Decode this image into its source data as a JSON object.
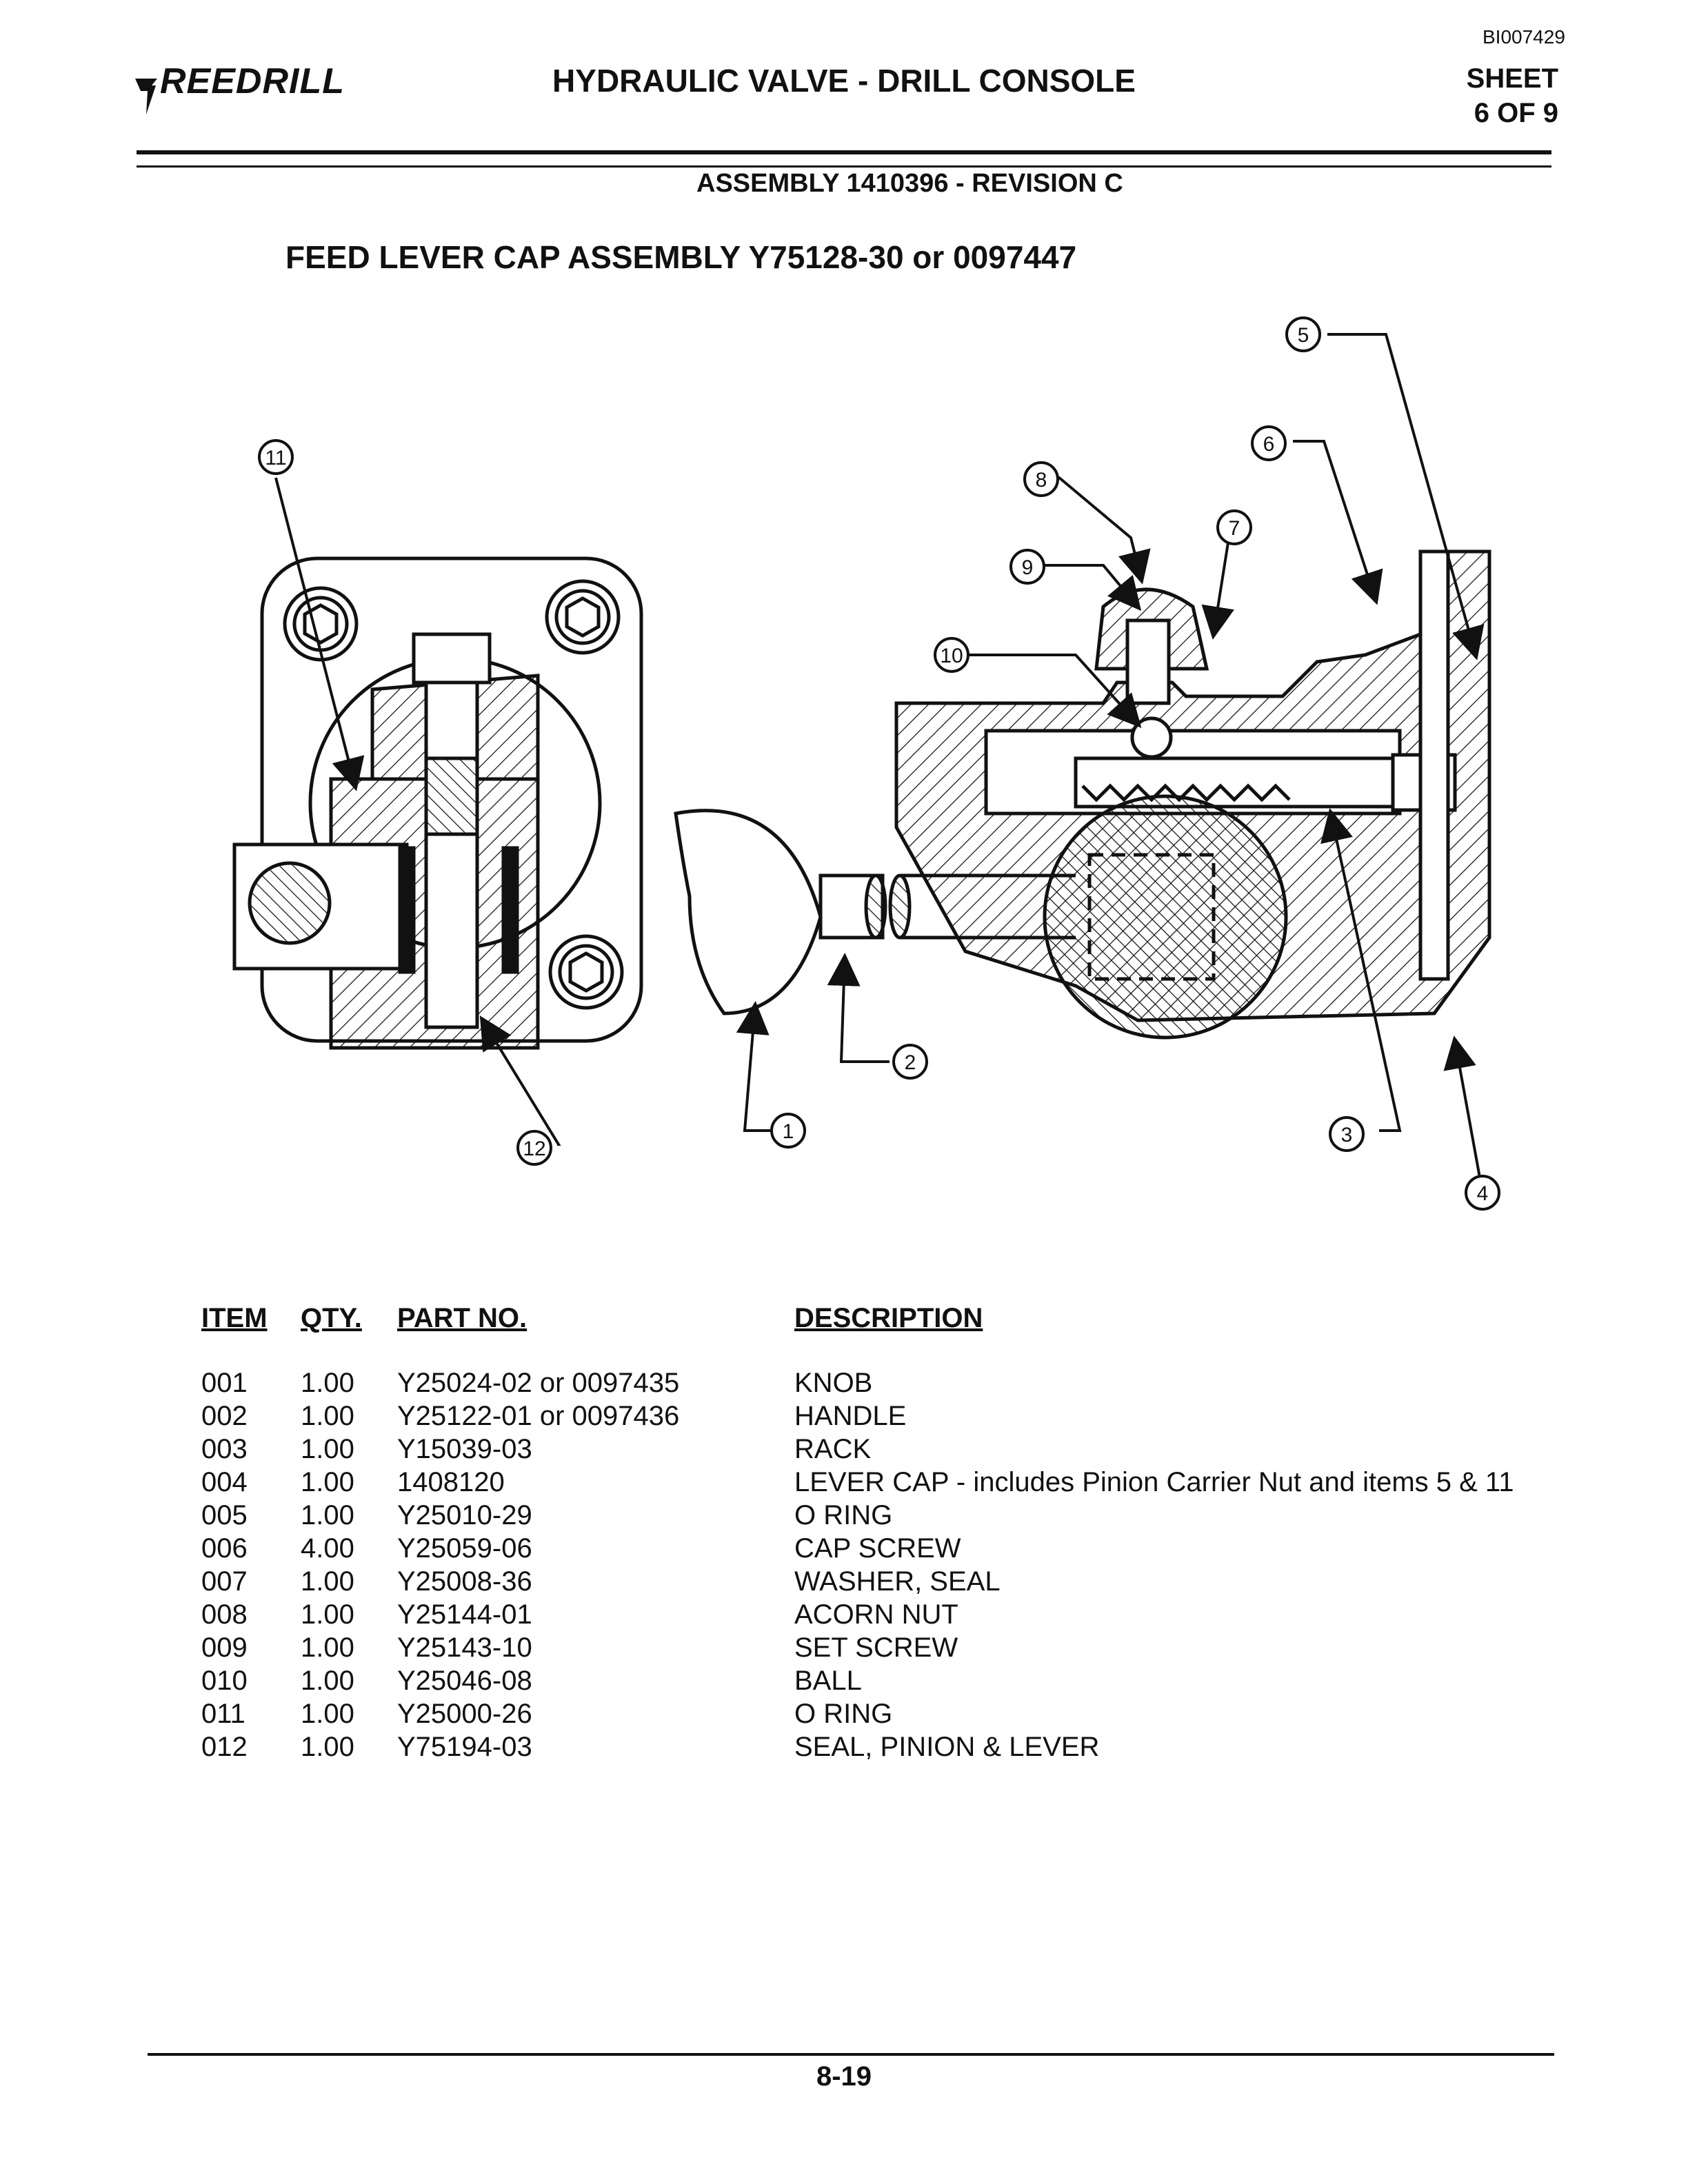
{
  "document_id": "BI007429",
  "brand": "REEDRILL",
  "title": "HYDRAULIC VALVE - DRILL CONSOLE",
  "sheet": {
    "label": "SHEET",
    "number": "6 OF 9"
  },
  "assembly": "ASSEMBLY 1410396 - REVISION C",
  "section_title": "FEED LEVER CAP ASSEMBLY  Y75128-30 or 0097447",
  "callouts": [
    "1",
    "2",
    "3",
    "4",
    "5",
    "6",
    "7",
    "8",
    "9",
    "10",
    "11",
    "12"
  ],
  "table": {
    "headers": {
      "item": "ITEM",
      "qty": "QTY.",
      "part_no": "PART NO.",
      "description": "DESCRIPTION"
    },
    "rows": [
      {
        "item": "001",
        "qty": "1.00",
        "part_no": "Y25024-02 or 0097435",
        "description": "KNOB"
      },
      {
        "item": "002",
        "qty": "1.00",
        "part_no": "Y25122-01 or 0097436",
        "description": "HANDLE"
      },
      {
        "item": "003",
        "qty": "1.00",
        "part_no": "Y15039-03",
        "description": "RACK"
      },
      {
        "item": "004",
        "qty": "1.00",
        "part_no": "1408120",
        "description": "LEVER CAP - includes Pinion Carrier Nut and items 5 & 11"
      },
      {
        "item": "005",
        "qty": "1.00",
        "part_no": "Y25010-29",
        "description": "O RING"
      },
      {
        "item": "006",
        "qty": "4.00",
        "part_no": "Y25059-06",
        "description": "CAP SCREW"
      },
      {
        "item": "007",
        "qty": "1.00",
        "part_no": "Y25008-36",
        "description": "WASHER, SEAL"
      },
      {
        "item": "008",
        "qty": "1.00",
        "part_no": "Y25144-01",
        "description": "ACORN NUT"
      },
      {
        "item": "009",
        "qty": "1.00",
        "part_no": "Y25143-10",
        "description": "SET SCREW"
      },
      {
        "item": "010",
        "qty": "1.00",
        "part_no": "Y25046-08",
        "description": "BALL"
      },
      {
        "item": "011",
        "qty": "1.00",
        "part_no": "Y25000-26",
        "description": "O RING"
      },
      {
        "item": "012",
        "qty": "1.00",
        "part_no": "Y75194-03",
        "description": "SEAL, PINION & LEVER"
      }
    ]
  },
  "page_number": "8-19"
}
